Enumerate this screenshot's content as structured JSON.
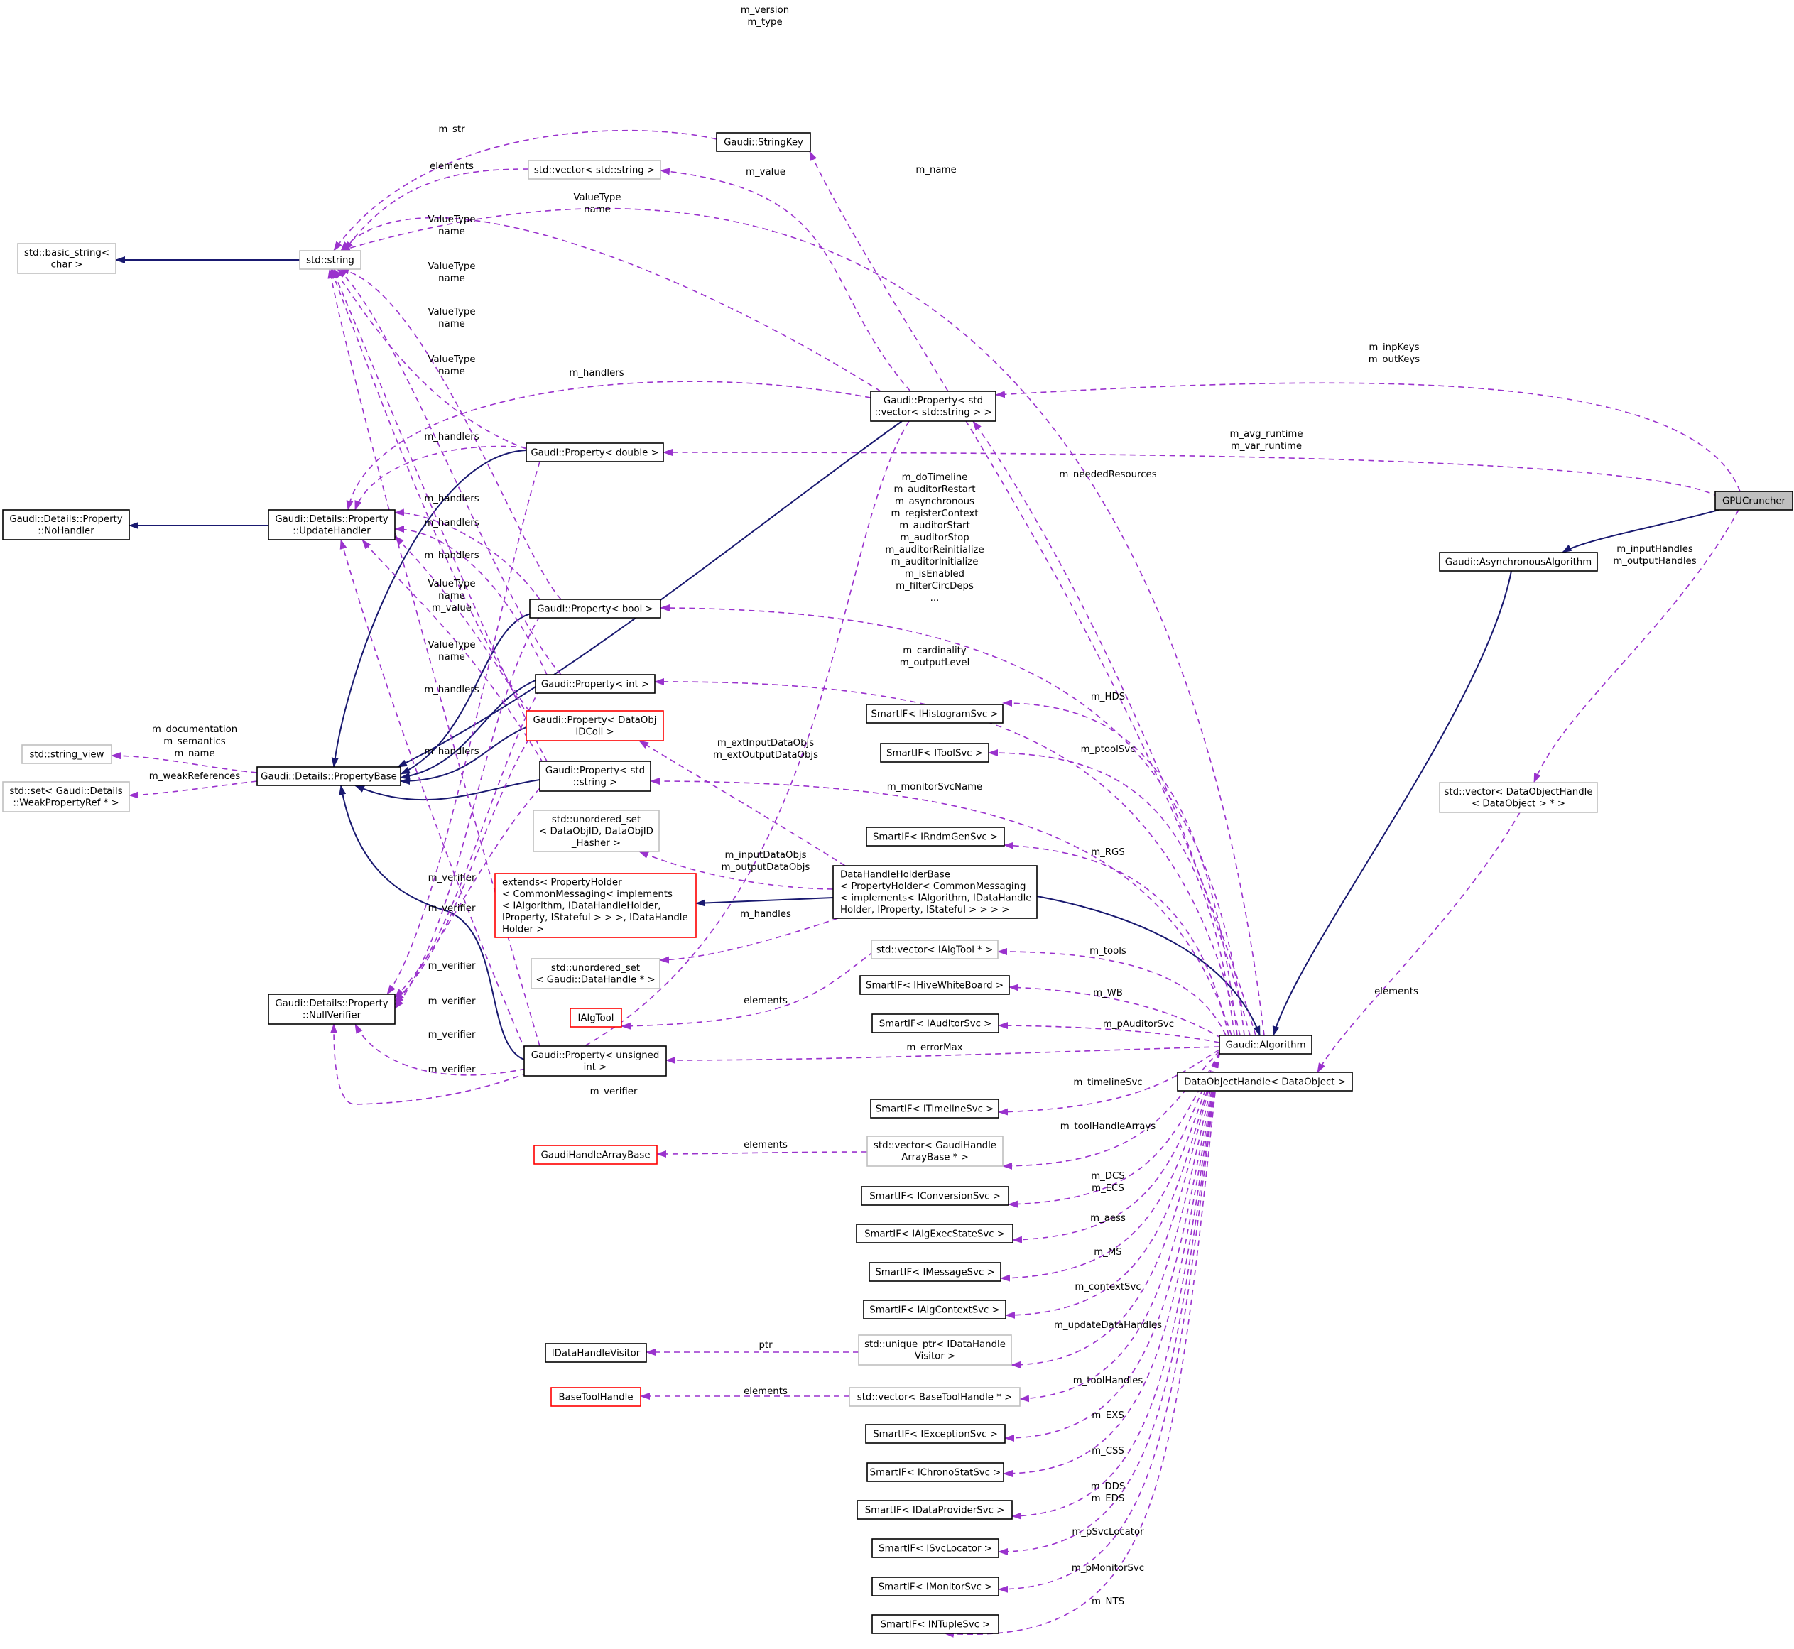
{
  "diagram": {
    "nodes": {
      "gpucruncher": [
        "GPUCruncher"
      ],
      "async_alg": [
        "Gaudi::AsynchronousAlgorithm"
      ],
      "algorithm": [
        "Gaudi::Algorithm"
      ],
      "dataobjecthandle": [
        "DataObjectHandle< DataObject >"
      ],
      "vec_doh": [
        "std::vector< DataObjectHandle",
        "< DataObject > * >"
      ],
      "stringkey": [
        "Gaudi::StringKey"
      ],
      "vec_string": [
        "std::vector< std::string >"
      ],
      "basic_string": [
        "std::basic_string<",
        "char >"
      ],
      "std_string": [
        "std::string"
      ],
      "prop_vec_string": [
        "Gaudi::Property< std",
        "::vector< std::string > >"
      ],
      "prop_double": [
        "Gaudi::Property< double >"
      ],
      "nohandler": [
        "Gaudi::Details::Property",
        "::NoHandler"
      ],
      "updatehandler": [
        "Gaudi::Details::Property",
        "::UpdateHandler"
      ],
      "prop_bool": [
        "Gaudi::Property< bool >"
      ],
      "prop_int": [
        "Gaudi::Property< int >"
      ],
      "prop_dataobjidcoll": [
        "Gaudi::Property< DataObj",
        "IDColl >"
      ],
      "prop_std_string": [
        "Gaudi::Property< std",
        "::string >"
      ],
      "string_view": [
        "std::string_view"
      ],
      "set_weakprop": [
        "std::set< Gaudi::Details",
        "::WeakPropertyRef * >"
      ],
      "propertybase": [
        "Gaudi::Details::PropertyBase"
      ],
      "unordered_set_dataobjid": [
        "std::unordered_set",
        "< DataObjID, DataObjID",
        "_Hasher >"
      ],
      "extends": [
        "extends< PropertyHolder",
        "< CommonMessaging< implements",
        "< IAlgorithm, IDataHandleHolder,",
        "IProperty, IStateful > > >, IDataHandle",
        "Holder >"
      ],
      "datahandleholderbase": [
        "DataHandleHolderBase",
        "< PropertyHolder< CommonMessaging",
        "< implements< IAlgorithm, IDataHandle",
        "Holder, IProperty, IStateful > > > >"
      ],
      "unordered_set_datahandle": [
        "std::unordered_set",
        "< Gaudi::DataHandle * >"
      ],
      "nullverifier": [
        "Gaudi::Details::Property",
        "::NullVerifier"
      ],
      "ialgtool": [
        "IAlgTool"
      ],
      "prop_unsigned": [
        "Gaudi::Property< unsigned",
        "int >"
      ],
      "vec_ialgtool": [
        "std::vector< IAlgTool * >"
      ],
      "gaudihandlearraybase": [
        "GaudiHandleArrayBase"
      ],
      "vec_gaudihandlearray": [
        "std::vector< GaudiHandle",
        "ArrayBase * >"
      ],
      "idatahandlevisitor": [
        "IDataHandleVisitor"
      ],
      "uniqueptr_visitor": [
        "std::unique_ptr< IDataHandle",
        "Visitor >"
      ],
      "basetoolhandle": [
        "BaseToolHandle"
      ],
      "vec_basetoolhandle": [
        "std::vector< BaseToolHandle * >"
      ],
      "sif_histo": [
        "SmartIF< IHistogramSvc >"
      ],
      "sif_tool": [
        "SmartIF< IToolSvc >"
      ],
      "sif_rndm": [
        "SmartIF< IRndmGenSvc >"
      ],
      "sif_hive": [
        "SmartIF< IHiveWhiteBoard >"
      ],
      "sif_auditor": [
        "SmartIF< IAuditorSvc >"
      ],
      "sif_timeline": [
        "SmartIF< ITimelineSvc >"
      ],
      "sif_conversion": [
        "SmartIF< IConversionSvc >"
      ],
      "sif_algexecstate": [
        "SmartIF< IAlgExecStateSvc >"
      ],
      "sif_message": [
        "SmartIF< IMessageSvc >"
      ],
      "sif_algcontext": [
        "SmartIF< IAlgContextSvc >"
      ],
      "sif_exception": [
        "SmartIF< IExceptionSvc >"
      ],
      "sif_chrono": [
        "SmartIF< IChronoStatSvc >"
      ],
      "sif_dataprovider": [
        "SmartIF< IDataProviderSvc >"
      ],
      "sif_svclocator": [
        "SmartIF< ISvcLocator >"
      ],
      "sif_monitor": [
        "SmartIF< IMonitorSvc >"
      ],
      "sif_ntuple": [
        "SmartIF< INTupleSvc >"
      ]
    },
    "edge_labels": {
      "version_type": [
        "m_version",
        "m_type"
      ],
      "str": [
        "m_str"
      ],
      "elements_vecstr": [
        "elements"
      ],
      "value": [
        "m_value"
      ],
      "name": [
        "m_name"
      ],
      "vt_name_top": [
        "ValueType",
        "name"
      ],
      "vt_name_1": [
        "ValueType",
        "name"
      ],
      "vt_name_2": [
        "ValueType",
        "name"
      ],
      "vt_name_3": [
        "ValueType",
        "name"
      ],
      "vt_name_4": [
        "ValueType",
        "name"
      ],
      "vt_name_value": [
        "ValueType",
        "name",
        "m_value"
      ],
      "vt_name_5": [
        "ValueType",
        "name"
      ],
      "inpkeys": [
        "m_inpKeys",
        "m_outKeys"
      ],
      "handlers_1": [
        "m_handlers"
      ],
      "handlers_2": [
        "m_handlers"
      ],
      "handlers_3": [
        "m_handlers"
      ],
      "handlers_4": [
        "m_handlers"
      ],
      "handlers_5": [
        "m_handlers"
      ],
      "handlers_6": [
        "m_handlers"
      ],
      "handlers_7": [
        "m_handlers"
      ],
      "avg_runtime": [
        "m_avg_runtime",
        "m_var_runtime"
      ],
      "neededresources": [
        "m_neededResources"
      ],
      "bool_props": [
        "m_doTimeline",
        "m_auditorRestart",
        "m_asynchronous",
        "m_registerContext",
        "m_auditorStart",
        "m_auditorStop",
        "m_auditorReinitialize",
        "m_auditorInitialize",
        "m_isEnabled",
        "m_filterCircDeps",
        "..."
      ],
      "inputhandles": [
        "m_inputHandles",
        "m_outputHandles"
      ],
      "cardinality": [
        "m_cardinality",
        "m_outputLevel"
      ],
      "hds": [
        "m_HDS"
      ],
      "ptoolsvc": [
        "m_ptoolSvc"
      ],
      "extinput": [
        "m_extInputDataObjs",
        "m_extOutputDataObjs"
      ],
      "monitorsvcname": [
        "m_monitorSvcName"
      ],
      "documentation": [
        "m_documentation",
        "m_semantics",
        "m_name"
      ],
      "weakrefs": [
        "m_weakReferences"
      ],
      "rgs": [
        "m_RGS"
      ],
      "inputdataobjs": [
        "m_inputDataObjs",
        "m_outputDataObjs"
      ],
      "verifier_1": [
        "m_verifier"
      ],
      "verifier_2": [
        "m_verifier"
      ],
      "verifier_3": [
        "m_verifier"
      ],
      "verifier_4": [
        "m_verifier"
      ],
      "verifier_5": [
        "m_verifier"
      ],
      "verifier_6": [
        "m_verifier"
      ],
      "verifier_7": [
        "m_verifier"
      ],
      "m_handles": [
        "m_handles"
      ],
      "tools": [
        "m_tools"
      ],
      "elements_ialgtool": [
        "elements"
      ],
      "wb": [
        "m_WB"
      ],
      "pauditorsvc": [
        "m_pAuditorSvc"
      ],
      "elements_doh": [
        "elements"
      ],
      "errormax": [
        "m_errorMax"
      ],
      "timelinesvc": [
        "m_timelineSvc"
      ],
      "toolhandlearrays": [
        "m_toolHandleArrays"
      ],
      "elements_gaudihandle": [
        "elements"
      ],
      "dcs_ecs": [
        "m_DCS",
        "m_ECS"
      ],
      "aess": [
        "m_aess"
      ],
      "ms": [
        "m_MS"
      ],
      "contextsvc": [
        "m_contextSvc"
      ],
      "updatedatahandles": [
        "m_updateDataHandles"
      ],
      "ptr": [
        "ptr"
      ],
      "elements_basetool": [
        "elements"
      ],
      "toolhandles": [
        "m_toolHandles"
      ],
      "exs": [
        "m_EXS"
      ],
      "css": [
        "m_CSS"
      ],
      "dds_eds": [
        "m_DDS",
        "m_EDS"
      ],
      "psvclocator": [
        "m_pSvcLocator"
      ],
      "pmonitorsvc": [
        "m_pMonitorSvc"
      ],
      "nts": [
        "m_NTS"
      ]
    },
    "colors": {
      "inheritance_edge": "#191970",
      "usage_edge": "#9a32cd",
      "documented_border": "#000000",
      "external_border": "#bfbfbf",
      "undocumented_border": "#ff0000",
      "focus_fill": "#bfbfbf"
    }
  }
}
